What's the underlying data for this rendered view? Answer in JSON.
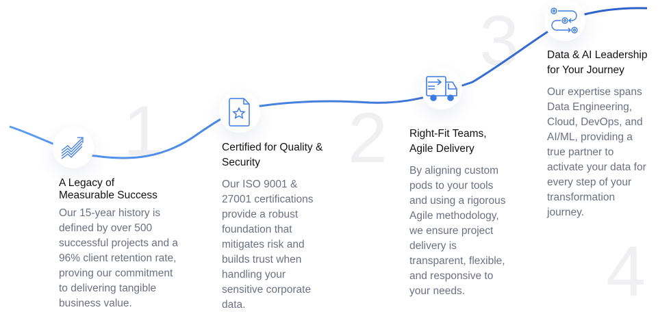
{
  "accent": "#3b7be0",
  "steps": [
    {
      "number": "1",
      "icon": "growth-chart-icon",
      "title": "A Legacy of Measurable Success",
      "title_lines": [
        "A Legacy of",
        "Measurable Success"
      ],
      "body_lines": [
        "Our 15-year history is",
        "defined by over 500",
        "successful projects and a",
        "96% client retention rate,",
        "proving our commitment",
        "to delivering tangible",
        "business value."
      ]
    },
    {
      "number": "2",
      "icon": "certified-document-icon",
      "title_lines": [
        "Certified for Quality &",
        "Security"
      ],
      "body_lines": [
        "Our ISO 9001 &",
        "27001 certifications",
        "provide a robust",
        "foundation that",
        "mitigates risk and",
        "builds trust when",
        "handling your",
        "sensitive corporate",
        "data."
      ]
    },
    {
      "number": "3",
      "icon": "delivery-truck-icon",
      "title_lines": [
        "Right-Fit Teams,",
        "Agile Delivery"
      ],
      "body_lines": [
        "By aligning custom",
        "pods to your tools",
        "and using a rigorous",
        "Agile methodology,",
        "we ensure project",
        "delivery is",
        "transparent, flexible,",
        "and responsive to",
        "your needs."
      ]
    },
    {
      "number": "4",
      "icon": "gears-workflow-icon",
      "title_lines": [
        "Data & AI Leadership",
        "for Your Journey"
      ],
      "body_lines": [
        "Our expertise spans",
        "Data Engineering,",
        "Cloud, DevOps, and",
        "AI/ML, providing a",
        "true partner to",
        "activate your data for",
        "every step of your",
        "transformation",
        "journey."
      ]
    }
  ]
}
